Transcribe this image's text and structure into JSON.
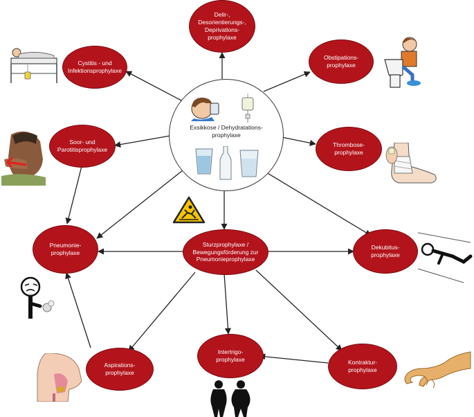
{
  "center": {
    "label": "Exsikkose / Dehydratations-\nprophylaxe"
  },
  "nodes": {
    "delir": "Delir-,\nDesorientierungs-,\nDeprivations-\nprophylaxe",
    "cystitis": "Cystitis - und\nInfektionsprophylaxe",
    "obstipation": "Obstipations-\nprophylaxe",
    "soor": "Soor- und\nParotitisprophylaxe",
    "thrombose": "Thrombose-\nprophylaxe",
    "pneumonie": "Pneumonie-\nprophylaxe",
    "sturz": "Sturzprophylaxe /\nBewegungsförderung zur\nPneumonieprophylaxe",
    "dekubitus": "Dekubitus-\nprophylaxe",
    "aspiration": "Aspirations-\nprophylaxe",
    "intertrigo": "Intertrigo-\nprophylaxe",
    "kontraktur": "Kontraktur-\nprophylaxe"
  },
  "colors": {
    "node_fill": "#b3141c",
    "node_text": "#ffffff",
    "arrow": "#222222",
    "warning_yellow": "#f5c400"
  },
  "icons": [
    "patient-bed-icon",
    "child-on-toilet-icon",
    "patient-face-icon",
    "bandaged-foot-icon",
    "warning-fall-sign-icon",
    "lying-person-icon",
    "coughing-person-icon",
    "throat-anatomy-icon",
    "body-silhouettes-icon",
    "contracted-hand-icon",
    "drinking-person-icon",
    "infusion-bag-icon",
    "water-glass-icon",
    "water-bottle-icon"
  ]
}
